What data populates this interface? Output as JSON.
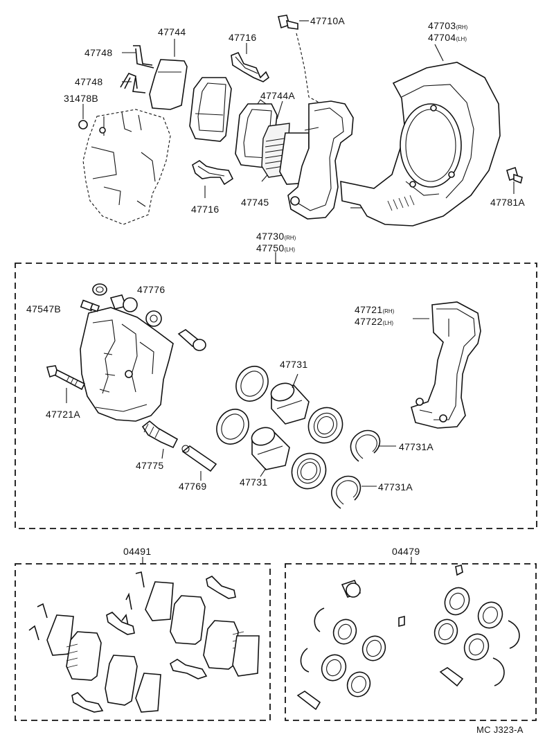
{
  "diagram_code": "MC J323-A",
  "upper_parts": {
    "p47744": "47744",
    "p47748a": "47748",
    "p47748b": "47748",
    "p31478b": "31478B",
    "p47716a": "47716",
    "p47716b": "47716",
    "p47710a": "47710A",
    "p47744a": "47744A",
    "p47745": "47745",
    "p47703": "47703",
    "p47704": "47704",
    "p47781a": "47781A"
  },
  "caliper_assembly": {
    "p47730": "47730",
    "p47750": "47750",
    "p47776": "47776",
    "p47547b": "47547B",
    "p47721a": "47721A",
    "p47775": "47775",
    "p47769": "47769",
    "p47731a": "47731",
    "p47731b": "47731",
    "p47731a_ring1": "47731A",
    "p47731a_ring2": "47731A",
    "p47721": "47721",
    "p47722": "47722"
  },
  "kits": {
    "pad_kit": "04491",
    "seal_kit": "04479"
  },
  "side_marks": {
    "rh": "(RH)",
    "lh": "(LH)"
  }
}
